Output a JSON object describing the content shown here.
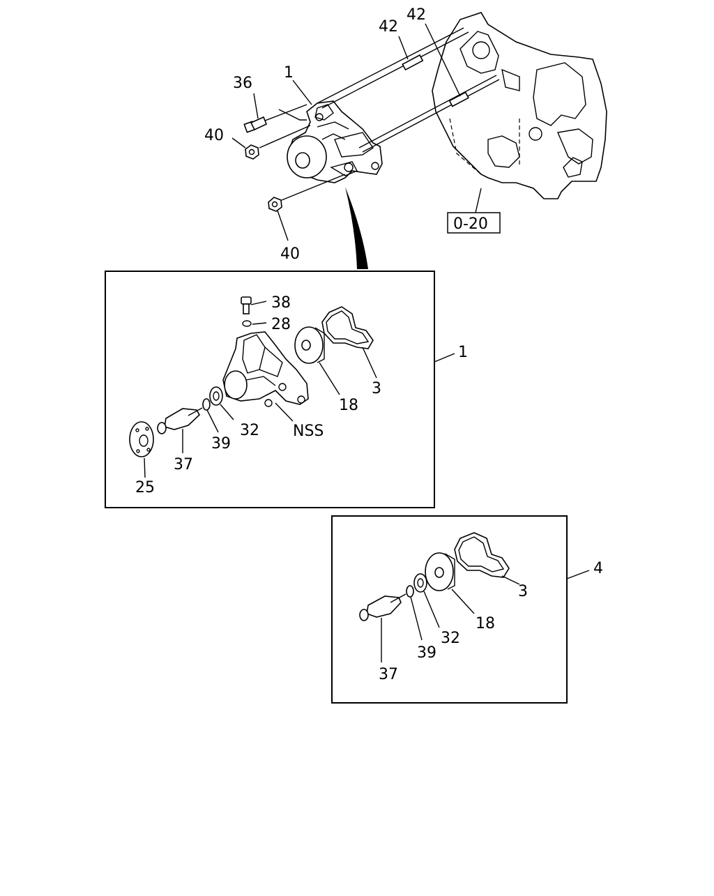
{
  "callouts": {
    "c36": "36",
    "c1_top": "1",
    "c42_a": "42",
    "c42_b": "42",
    "c40_top": "40",
    "c40_bottom": "40",
    "ref_box": "0-20",
    "box1_label": "1",
    "c38": "38",
    "c28": "28",
    "c3_box1": "3",
    "c18_box1": "18",
    "c32_box1": "32",
    "nss": "NSS",
    "c39_box1": "39",
    "c37_box1": "37",
    "c25": "25",
    "box4_label": "4",
    "c3_box4": "3",
    "c18_box4": "18",
    "c32_box4": "32",
    "c39_box4": "39",
    "c37_box4": "37"
  }
}
